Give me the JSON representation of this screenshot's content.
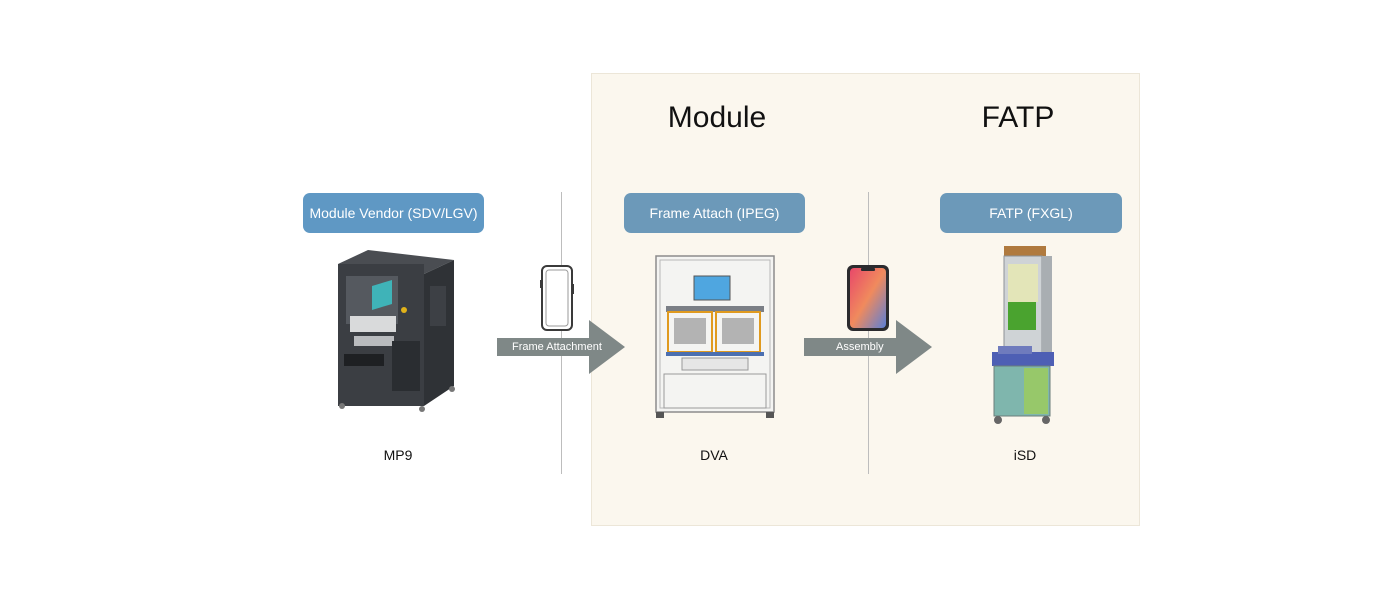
{
  "stages": [
    {
      "heading": "",
      "box_label": "Module Vendor (SDV/LGV)",
      "machine": "MP9"
    },
    {
      "heading": "Module",
      "box_label": "Frame Attach (IPEG)",
      "machine": "DVA"
    },
    {
      "heading": "FATP",
      "box_label": "FATP (FXGL)",
      "machine": "iSD"
    }
  ],
  "transitions": [
    {
      "label": "Frame Attachment",
      "part_icon": "phone-frame-icon"
    },
    {
      "label": "Assembly",
      "part_icon": "smartphone-icon"
    }
  ],
  "colors": {
    "highlight_panel": "#fbf7ee",
    "vendor_box": "#5f98c4",
    "stage_box": "#6c99b9",
    "arrow": "#7f8887"
  }
}
